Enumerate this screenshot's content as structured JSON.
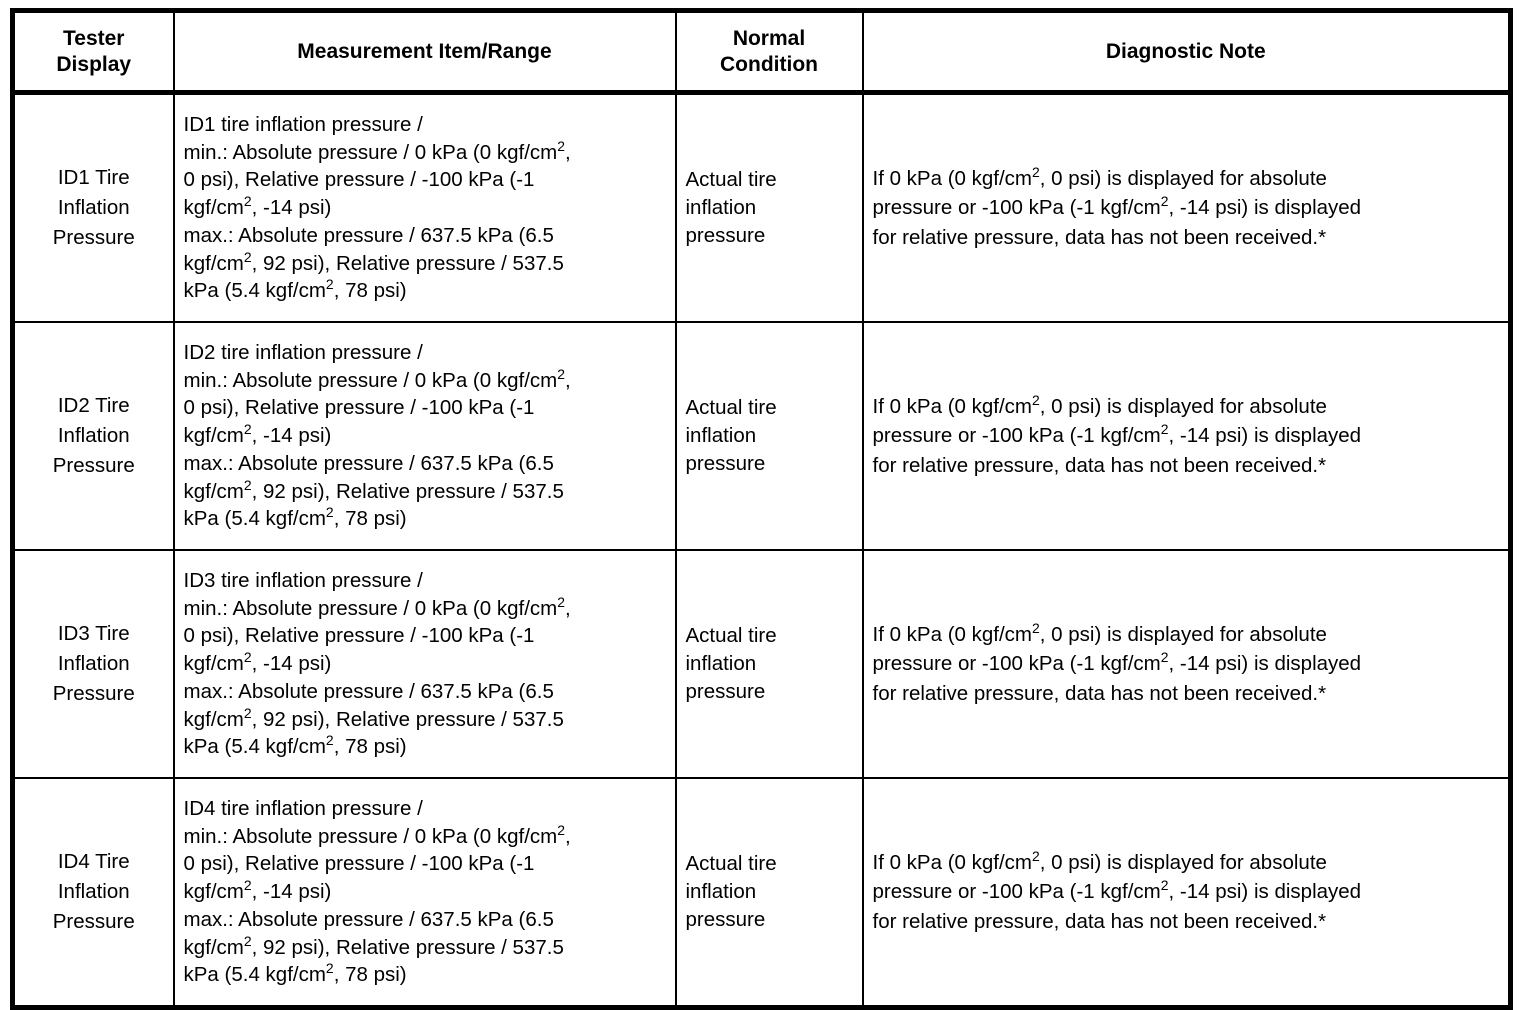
{
  "table": {
    "headers": [
      {
        "label": "Tester\nDisplay",
        "name": "header-tester-display"
      },
      {
        "label": "Measurement Item/Range",
        "name": "header-measurement-item-range"
      },
      {
        "label": "Normal\nCondition",
        "name": "header-normal-condition"
      },
      {
        "label": "Diagnostic Note",
        "name": "header-diagnostic-note"
      }
    ],
    "rows": [
      {
        "tester_display": "ID1 Tire\nInflation\nPressure",
        "measurement_lines": [
          "ID1 tire inflation pressure /",
          "min.: Absolute pressure / 0 kPa (0 kgf/cm2,",
          "0 psi), Relative pressure / -100 kPa (-1",
          "kgf/cm2, -14 psi)",
          "max.: Absolute pressure / 637.5 kPa (6.5",
          "kgf/cm2, 92 psi), Relative pressure / 537.5",
          "kPa (5.4 kgf/cm2, 78 psi)"
        ],
        "normal_condition": "Actual tire\ninflation\npressure",
        "diagnostic_note_lines": [
          "If 0 kPa (0 kgf/cm2, 0 psi) is displayed for absolute",
          "pressure or -100 kPa (-1 kgf/cm2, -14 psi) is displayed",
          "for relative pressure, data has not been received.*"
        ]
      },
      {
        "tester_display": "ID2 Tire\nInflation\nPressure",
        "measurement_lines": [
          "ID2 tire inflation pressure /",
          "min.: Absolute pressure / 0 kPa (0 kgf/cm2,",
          "0 psi), Relative pressure / -100 kPa (-1",
          "kgf/cm2, -14 psi)",
          "max.: Absolute pressure / 637.5 kPa (6.5",
          "kgf/cm2, 92 psi), Relative pressure / 537.5",
          "kPa (5.4 kgf/cm2, 78 psi)"
        ],
        "normal_condition": "Actual tire\ninflation\npressure",
        "diagnostic_note_lines": [
          "If 0 kPa (0 kgf/cm2, 0 psi) is displayed for absolute",
          "pressure or -100 kPa (-1 kgf/cm2, -14 psi) is displayed",
          "for relative pressure, data has not been received.*"
        ]
      },
      {
        "tester_display": "ID3 Tire\nInflation\nPressure",
        "measurement_lines": [
          "ID3 tire inflation pressure /",
          "min.: Absolute pressure / 0 kPa (0 kgf/cm2,",
          "0 psi), Relative pressure / -100 kPa (-1",
          "kgf/cm2, -14 psi)",
          "max.: Absolute pressure / 637.5 kPa (6.5",
          "kgf/cm2, 92 psi), Relative pressure / 537.5",
          "kPa (5.4 kgf/cm2, 78 psi)"
        ],
        "normal_condition": "Actual tire\ninflation\npressure",
        "diagnostic_note_lines": [
          "If 0 kPa (0 kgf/cm2, 0 psi) is displayed for absolute",
          "pressure or -100 kPa (-1 kgf/cm2, -14 psi) is displayed",
          "for relative pressure, data has not been received.*"
        ]
      },
      {
        "tester_display": "ID4 Tire\nInflation\nPressure",
        "measurement_lines": [
          "ID4 tire inflation pressure /",
          "min.: Absolute pressure / 0 kPa (0 kgf/cm2,",
          "0 psi), Relative pressure / -100 kPa (-1",
          "kgf/cm2, -14 psi)",
          "max.: Absolute pressure / 637.5 kPa (6.5",
          "kgf/cm2, 92 psi), Relative pressure / 537.5",
          "kPa (5.4 kgf/cm2, 78 psi)"
        ],
        "normal_condition": "Actual tire\ninflation\npressure",
        "diagnostic_note_lines": [
          "If 0 kPa (0 kgf/cm2, 0 psi) is displayed for absolute",
          "pressure or -100 kPa (-1 kgf/cm2, -14 psi) is displayed",
          "for relative pressure, data has not been received.*"
        ]
      }
    ]
  }
}
